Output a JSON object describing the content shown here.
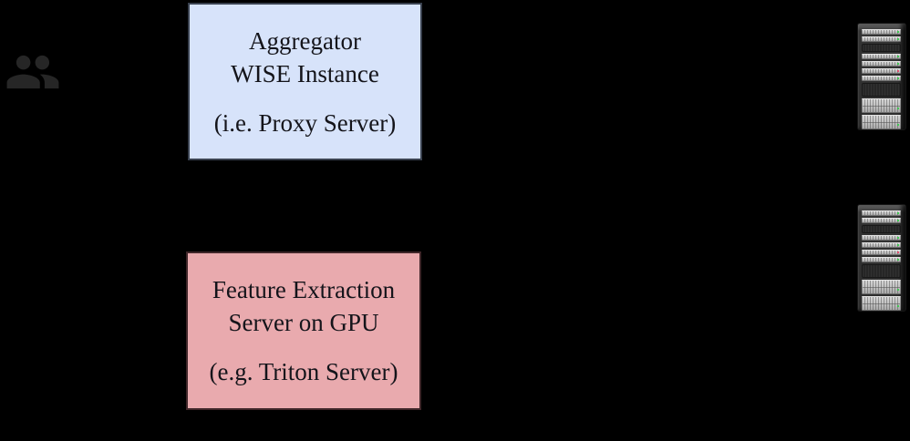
{
  "palette": {
    "background": "#000000",
    "proxy_box_fill": "#d7e3fa",
    "proxy_box_border": "#39414f",
    "gpu_box_fill": "#e9aaae",
    "gpu_box_border": "#3f2629",
    "text_color": "#14141a",
    "users_icon_color": "#262626",
    "green_led": "#21d339",
    "red_led": "#f2315e",
    "rack_body": "#2c2c2c",
    "rack_unit_light": "#c7c7c7",
    "rack_unit_dark": "#262626"
  },
  "proxy_box": {
    "line1": "Aggregator",
    "line2": "WISE Instance",
    "subtitle": "(i.e. Proxy Server)"
  },
  "gpu_box": {
    "line1": "Feature Extraction",
    "line2": "Server on GPU",
    "subtitle": "(e.g. Triton Server)"
  },
  "icons": {
    "users": "users-icon",
    "server_rack": "server-rack-icon",
    "rack_count": 2,
    "rack_units": [
      {
        "type": "light1",
        "led": "green"
      },
      {
        "type": "light1",
        "led": "green"
      },
      {
        "type": "dark1"
      },
      {
        "type": "light1",
        "led": "green"
      },
      {
        "type": "light1",
        "led": "green"
      },
      {
        "type": "light1",
        "led": "red"
      },
      {
        "type": "light1",
        "led": "green"
      },
      {
        "type": "dark2"
      },
      {
        "type": "light2",
        "led": "green"
      },
      {
        "type": "light2",
        "led": "green"
      }
    ]
  }
}
